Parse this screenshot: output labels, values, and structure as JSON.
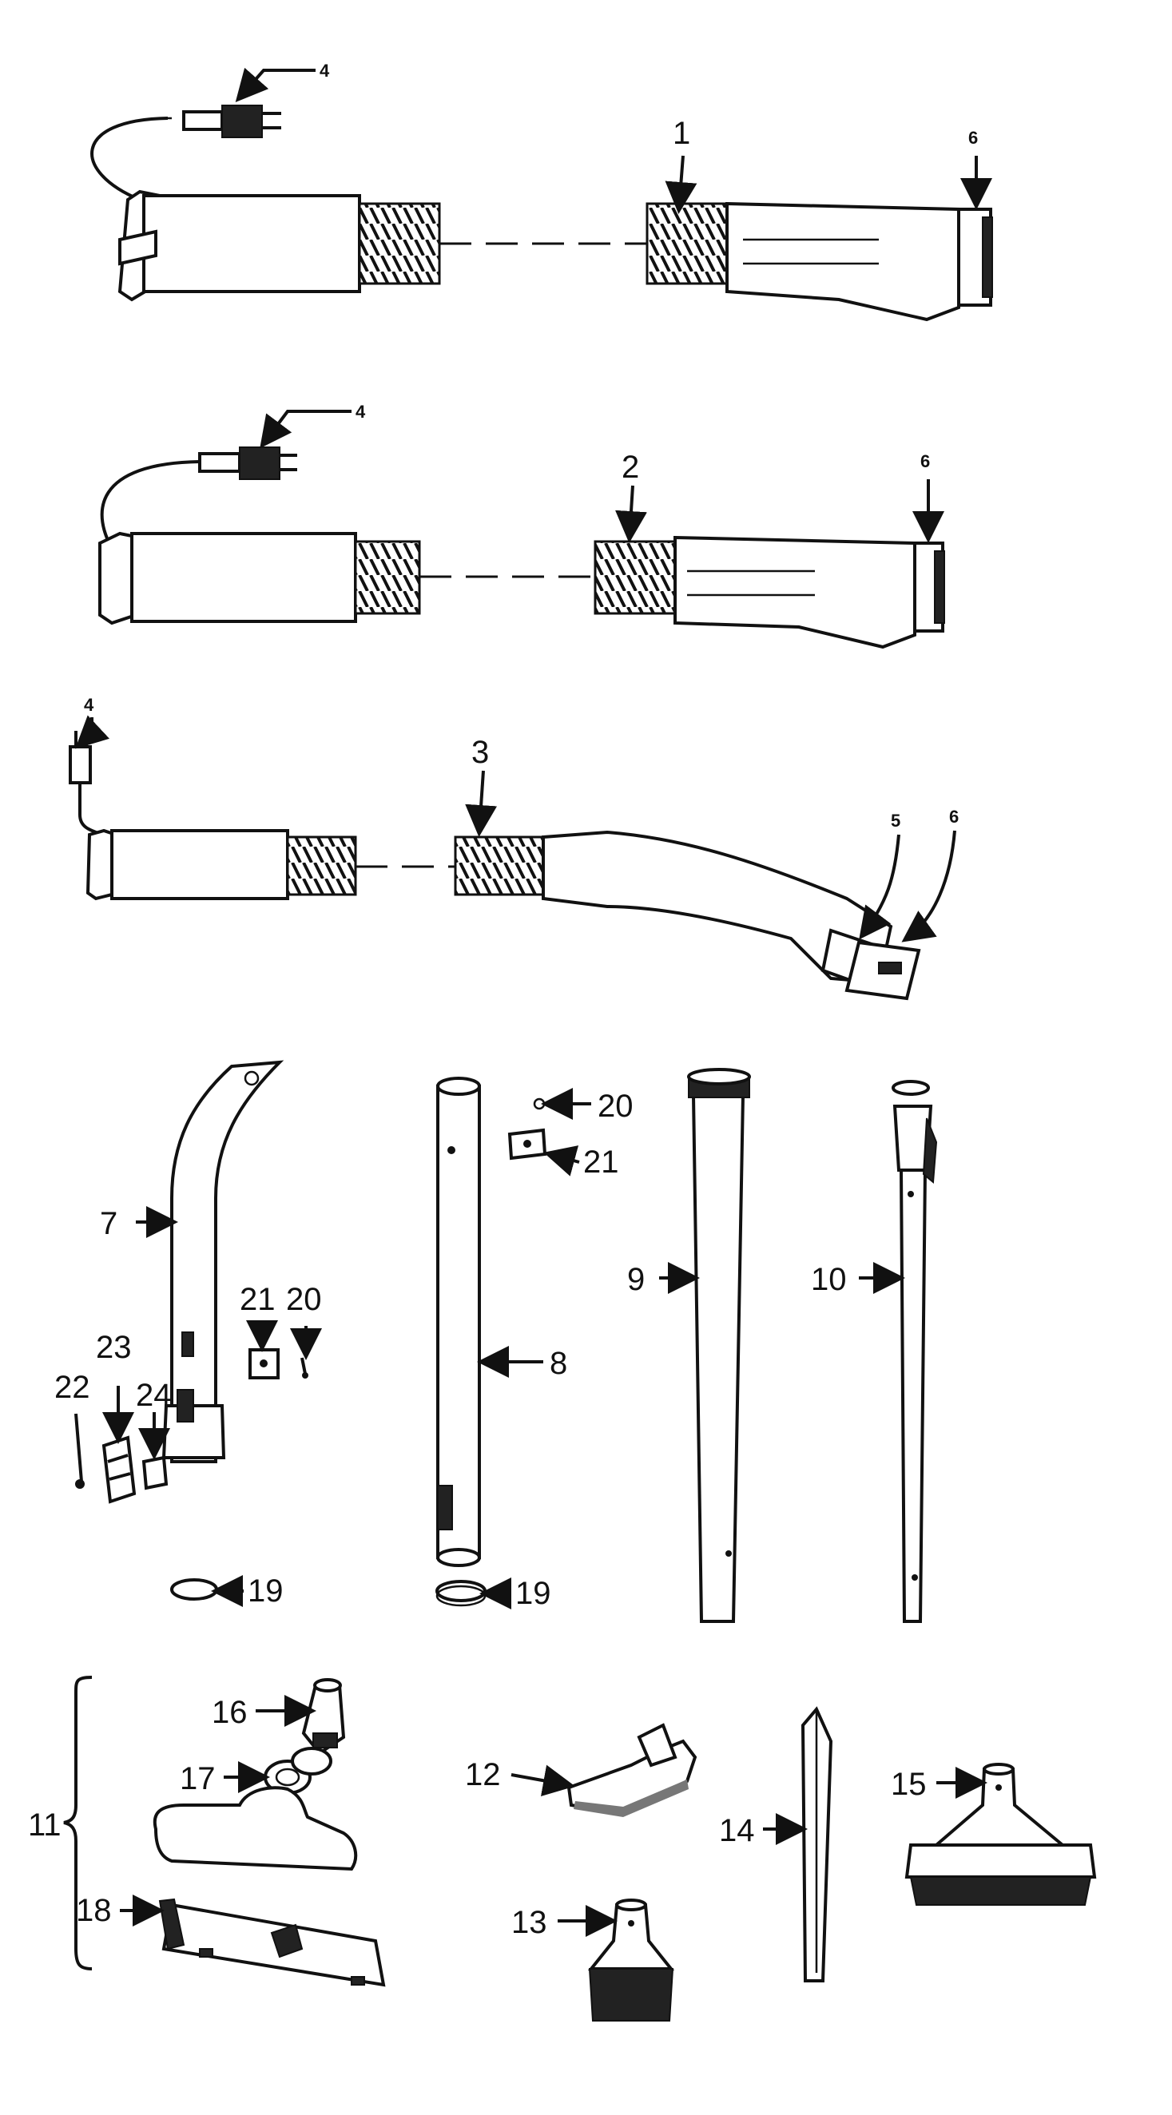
{
  "diagram": {
    "callouts": {
      "c1": "1",
      "c2": "2",
      "c3": "3",
      "c4a": "4",
      "c4b": "4",
      "c4c": "4",
      "c5": "5",
      "c6a": "6",
      "c6b": "6",
      "c6c": "6",
      "c7": "7",
      "c8": "8",
      "c9": "9",
      "c10": "10",
      "c11": "11",
      "c12": "12",
      "c13": "13",
      "c14": "14",
      "c15": "15",
      "c16": "16",
      "c17": "17",
      "c18": "18",
      "c19a": "19",
      "c19b": "19",
      "c20a": "20",
      "c20b": "20",
      "c21a": "21",
      "c21b": "21",
      "c22": "22",
      "c23": "23",
      "c24": "24"
    }
  }
}
